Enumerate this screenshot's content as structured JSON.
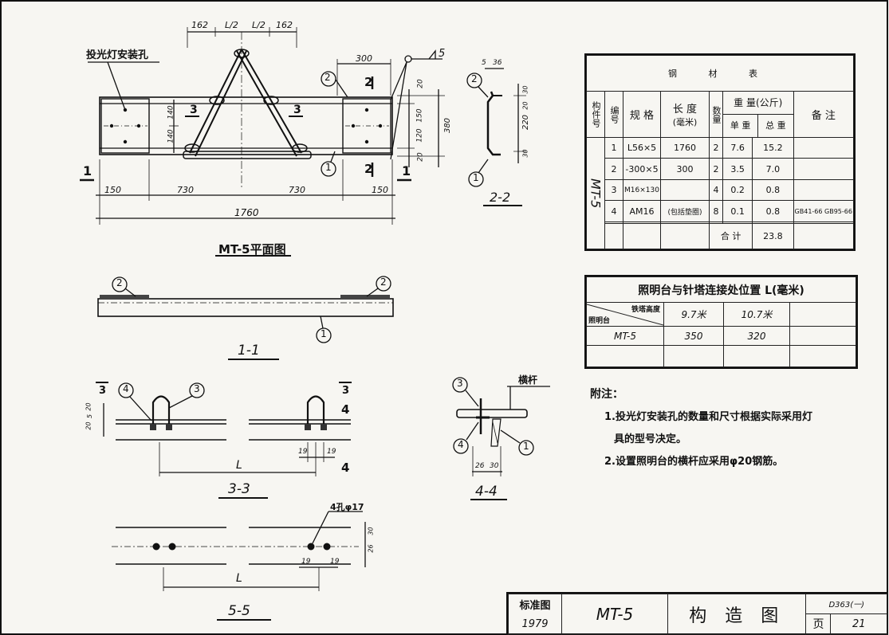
{
  "drawing": {
    "plan_title": "MT-5平面图",
    "plan_labels": {
      "hole_label": "投光灯安装孔",
      "dims_top": [
        "162",
        "L/2",
        "L/2",
        "162"
      ],
      "dim_300": "300",
      "dims_bottom": [
        "150",
        "730",
        "730",
        "150"
      ],
      "dim_total": "1760",
      "dims_right": [
        "20",
        "150",
        "120",
        "20"
      ],
      "dim_height": "380",
      "dims_left": [
        "140",
        "140"
      ],
      "section_marks": [
        "1",
        "1",
        "2",
        "2",
        "3",
        "3",
        "5"
      ],
      "part_numbers": [
        "2",
        "1"
      ]
    },
    "section_22": {
      "title": "2-2",
      "dim_a": "5",
      "dim_b": "36",
      "dim_c": "220",
      "dims": [
        "30",
        "20",
        "30"
      ],
      "part_numbers": [
        "2",
        "1"
      ]
    },
    "section_11": {
      "title": "1-1",
      "part_numbers": [
        "2",
        "2",
        "1"
      ]
    },
    "section_33": {
      "title": "3-3",
      "dim_left": "19",
      "dim_right": "19",
      "dim_l": "L",
      "marks": [
        "3",
        "3",
        "4",
        "4"
      ],
      "dims_left": [
        "20",
        "5",
        "20"
      ],
      "part_numbers": [
        "4",
        "3"
      ]
    },
    "section_44": {
      "title": "4-4",
      "beam_label": "横杆",
      "dims": [
        "26",
        "30"
      ],
      "part_numbers": [
        "3",
        "4",
        "1"
      ]
    },
    "section_55": {
      "title": "5-5",
      "hole_label": "4孔φ17",
      "dims": [
        "19",
        "19"
      ],
      "dim_l": "L",
      "dims_right": [
        "30",
        "26"
      ]
    }
  },
  "steel_table": {
    "title": "钢 材 表",
    "headers": {
      "part": "构件号",
      "no": "编号",
      "spec": "规 格",
      "length": "长 度",
      "length_unit": "(毫米)",
      "qty": "数量",
      "weight": "重 量(公斤)",
      "unit_weight": "单 重",
      "total_weight": "总 重",
      "remark": "备 注"
    },
    "part_name": "MT-5",
    "rows": [
      {
        "no": "1",
        "spec": "L56×5",
        "length": "1760",
        "qty": "2",
        "unit": "7.6",
        "total": "15.2",
        "remark": ""
      },
      {
        "no": "2",
        "spec": "-300×5",
        "length": "300",
        "qty": "2",
        "unit": "3.5",
        "total": "7.0",
        "remark": ""
      },
      {
        "no": "3",
        "spec": "M16×130",
        "length": "",
        "qty": "4",
        "unit": "0.2",
        "total": "0.8",
        "remark": ""
      },
      {
        "no": "4",
        "spec": "AM16",
        "length": "(包括垫圈)",
        "qty": "8",
        "unit": "0.1",
        "total": "0.8",
        "remark": "GB41-66 GB95-66"
      }
    ],
    "sum_label": "合 计",
    "sum_value": "23.8"
  },
  "conn_table": {
    "title": "照明台与针塔连接处位置 L(毫米)",
    "corner_top": "铁塔高度",
    "corner_bottom": "照明台",
    "col1": "9.7米",
    "col2": "10.7米",
    "row_name": "MT-5",
    "v1": "350",
    "v2": "320"
  },
  "notes": {
    "title": "附注：",
    "lines": [
      "1.投光灯安装孔的数量和尺寸根据实际采用灯",
      "具的型号决定。",
      "2.设置照明台的横杆应采用φ20钢筋。"
    ]
  },
  "title_block": {
    "std_label": "标准图",
    "year": "1979",
    "code": "MT-5",
    "name": "构 造 图",
    "sheet_no": "D363(一)",
    "page_label": "页",
    "page_no": "21"
  }
}
